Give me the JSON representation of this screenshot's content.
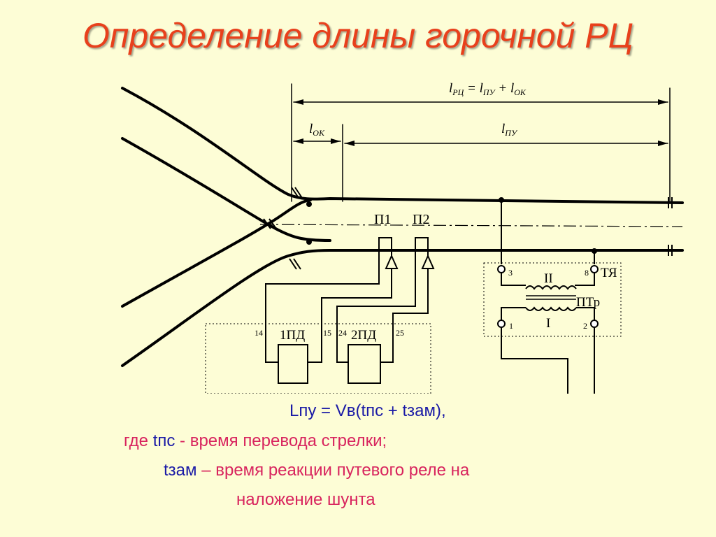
{
  "title": "Определение длины горочной РЦ",
  "diagram": {
    "dim_total": "l<sub>РЦ</sub> = l<sub>ПУ</sub> + l<sub>ОК</sub>",
    "dim_total_parts": [
      "l",
      "РЦ",
      " = l",
      "ПУ",
      " + l",
      "ОК"
    ],
    "dim_ok_parts": [
      "l",
      "ОК"
    ],
    "dim_pu_parts": [
      "l",
      "ПУ"
    ],
    "p1": "П1",
    "p2": "П2",
    "pd1": "1ПД",
    "pd2": "2ПД",
    "t14": "14",
    "t15": "15",
    "t24": "24",
    "t25": "25",
    "t3": "3",
    "t8": "8",
    "t1": "1",
    "t2": "2",
    "tya": "ТЯ",
    "winding2": "II",
    "winding1": "I",
    "ptr": "ПТр"
  },
  "formula": {
    "main": "Lпу = Vв(tпс + tзам),",
    "line2_prefix": "где ",
    "line2_var": "tпс",
    "line2_text": " - время перевода стрелки;",
    "line3_var": "tзам",
    "line3_text": " – время реакции путевого реле на",
    "line4_text": "наложение шунта"
  },
  "colors": {
    "background": "#fdfdd6",
    "title": "#e8401c",
    "formula_blue": "#1a1aa6",
    "formula_pink": "#d8245e"
  }
}
